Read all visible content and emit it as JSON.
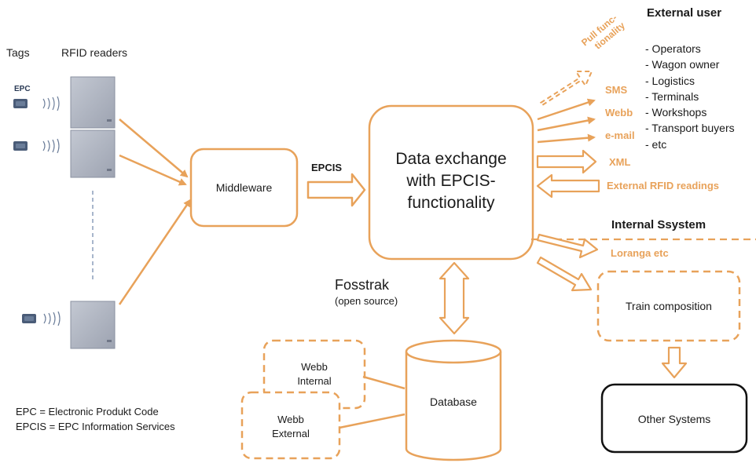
{
  "header": {
    "tags_label": "Tags",
    "readers_label": "RFID readers",
    "epc_tag_label": "EPC"
  },
  "middleware": {
    "label": "Middleware"
  },
  "epcis_arrow": {
    "label": "EPCIS"
  },
  "exchange": {
    "line1": "Data exchange",
    "line2": "with EPCIS-",
    "line3": "functionality"
  },
  "fosstrak": {
    "title": "Fosstrak",
    "subtitle": "(open source)"
  },
  "database": {
    "label": "Database"
  },
  "webb_internal": {
    "line1": "Webb",
    "line2": "Internal"
  },
  "webb_external": {
    "line1": "Webb",
    "line2": "External"
  },
  "external_user": {
    "title": "External user",
    "pull_line1": "Pull func-",
    "pull_line2": "tionality",
    "channels": [
      "SMS",
      "Webb",
      "e-mail",
      "XML",
      "External RFID readings"
    ],
    "users": [
      "- Operators",
      "- Wagon owner",
      "- Logistics",
      "- Terminals",
      "- Workshops",
      "- Transport buyers",
      "- etc"
    ]
  },
  "internal_system": {
    "title": "Internal Ssystem",
    "loranga": "Loranga etc",
    "train_composition": "Train composition",
    "other_systems": "Other Systems"
  },
  "legend": {
    "line1": "EPC = Electronic Produkt  Code",
    "line2": "EPCIS = EPC Information Services"
  },
  "colors": {
    "accent": "#E8A25A",
    "reader": "#A9AFBD",
    "tag": "#4A5C78",
    "dashed_line": "#7A8FB0"
  }
}
